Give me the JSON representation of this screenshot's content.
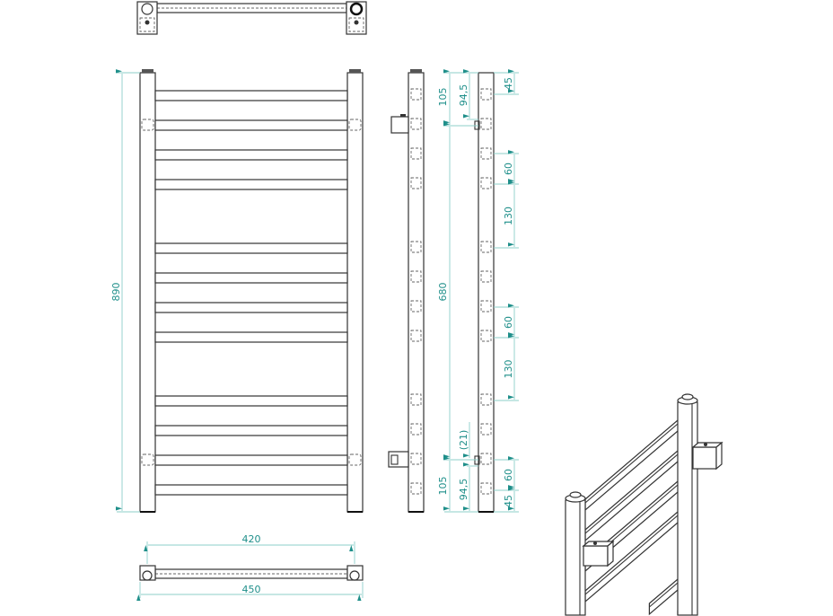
{
  "colors": {
    "dimension": "#1f8f8a",
    "dimension_line": "#8ccfca",
    "outline": "#333333"
  },
  "views": [
    "top-view",
    "front-view",
    "side-view",
    "side-dimension-view",
    "bottom-view",
    "isometric-view"
  ],
  "dimensions": {
    "total_height": "890",
    "axis_distance": "420",
    "total_width": "450",
    "side": {
      "top_offset": "105",
      "top_bracket": "94,5",
      "connection_spacing": "680",
      "bracket_depth": "(21)",
      "bottom_offset": "105",
      "bottom_bracket": "94,5"
    },
    "bar_spacing": [
      "45",
      "60",
      "130",
      "60",
      "130",
      "60",
      "45"
    ]
  }
}
